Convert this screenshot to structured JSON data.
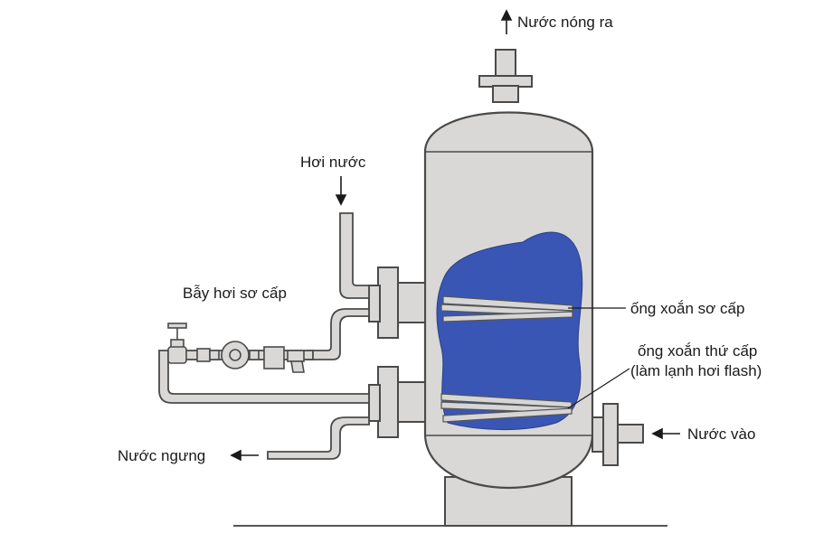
{
  "labels": {
    "hot_water_out": "Nước nóng ra",
    "steam": "Hơi nước",
    "primary_trap": "Bẫy hơi sơ cấp",
    "primary_coil": "ống xoắn sơ cấp",
    "secondary_coil_line1": "ống xoắn thứ cấp",
    "secondary_coil_line2": "(làm lạnh hơi flash)",
    "water_in": "Nước vào",
    "condensate": "Nước ngưng"
  },
  "colors": {
    "tank_fill": "#d9d8d6",
    "water_fill": "#3a56b4",
    "outline": "#4a4a4a",
    "coil_fill": "#d6d6d6"
  }
}
